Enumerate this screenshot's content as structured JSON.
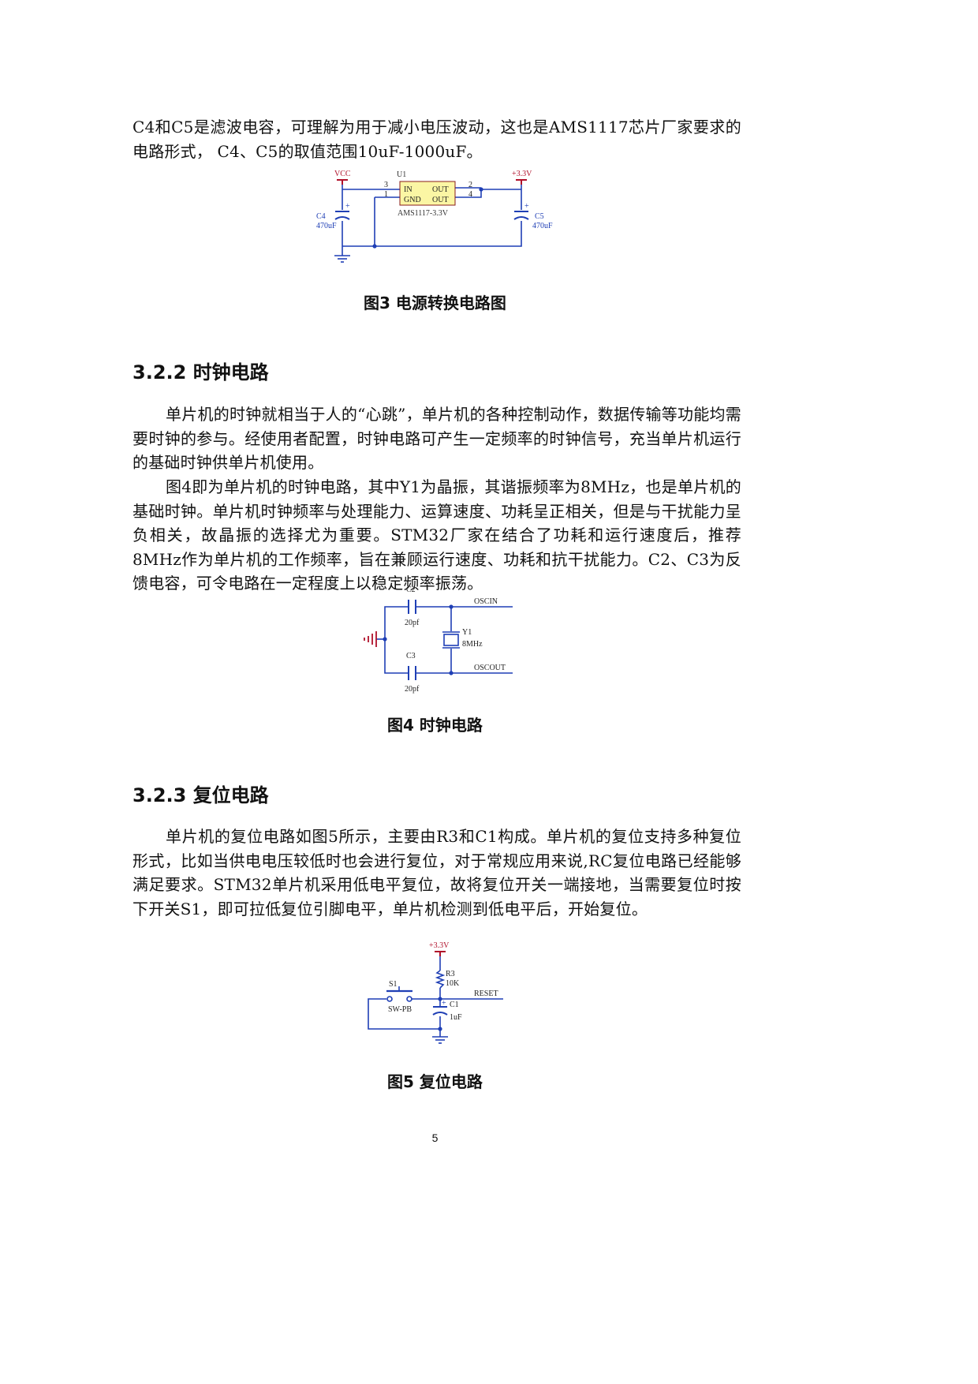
{
  "intro_paragraph": "C4和C5是滤波电容，可理解为用于减小电压波动，这也是AMS1117芯片厂家要求的电路形式， C4、C5的取值范围10uF-1000uF。",
  "figure3": {
    "caption": "图3  电源转换电路图",
    "vcc_label": "VCC",
    "vout_label": "+3.3V",
    "u1_ref": "U1",
    "u1_part": "AMS1117-3.3V",
    "pin_in": "IN",
    "pin_gnd": "GND",
    "pin_out": "OUT",
    "pin_num_3": "3",
    "pin_num_1": "1",
    "pin_num_2": "2",
    "pin_num_4": "4",
    "c4_ref": "C4",
    "c4_value": "470uF",
    "c5_ref": "C5",
    "c5_value": "470uF",
    "plus": "+"
  },
  "section_clock": {
    "heading": "3.2.2  时钟电路",
    "paragraph1": "单片机的时钟就相当于人的“心跳”，单片机的各种控制动作，数据传输等功能均需要时钟的参与。经使用者配置，时钟电路可产生一定频率的时钟信号，充当单片机运行的基础时钟供单片机使用。",
    "paragraph2": "图4即为单片机的时钟电路，其中Y1为晶振，其谐振频率为8MHz，也是单片机的基础时钟。单片机时钟频率与处理能力、运算速度、功耗呈正相关，但是与干扰能力呈负相关，故晶振的选择尤为重要。STM32厂家在结合了功耗和运行速度后，推荐8MHz作为单片机的工作频率，旨在兼顾运行速度、功耗和抗干扰能力。C2、C3为反馈电容，可令电路在一定程度上以稳定频率振荡。"
  },
  "figure4": {
    "caption": "图4  时钟电路",
    "c2_ref": "C2",
    "c2_value": "20pf",
    "c3_ref": "C3",
    "c3_value": "20pf",
    "y1_ref": "Y1",
    "y1_value": "8MHz",
    "oscin_label": "OSCIN",
    "oscout_label": "OSCOUT"
  },
  "section_reset": {
    "heading": "3.2.3 复位电路",
    "paragraph": "单片机的复位电路如图5所示，主要由R3和C1构成。单片机的复位支持多种复位形式，比如当供电电压较低时也会进行复位，对于常规应用来说,RC复位电路已经能够满足要求。STM32单片机采用低电平复位，故将复位开关一端接地，当需要复位时按下开关S1，即可拉低复位引脚电平，单片机检测到低电平后，开始复位。"
  },
  "figure5": {
    "caption": "图5  复位电路",
    "vcc_label": "+3.3V",
    "r3_ref": "R3",
    "r3_value": "10K",
    "reset_label": "RESET",
    "s1_ref": "S1",
    "s1_part": "SW-PB",
    "c1_ref": "C1",
    "c1_value": "1uF",
    "plus": "+"
  },
  "colors": {
    "wire": "#1f3fb5",
    "power": "#b0102a",
    "ic_fill": "#fbf6a4",
    "ic_stroke": "#8a1c1c",
    "component": "#1f3fb5"
  },
  "page_number": "5"
}
